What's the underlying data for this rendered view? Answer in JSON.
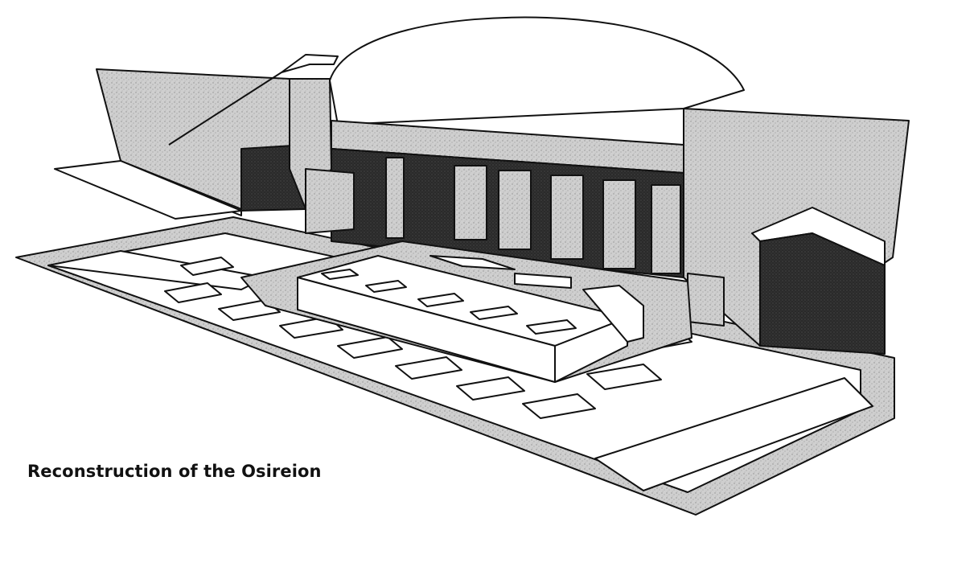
{
  "caption": "Reconstruction of the Osireion",
  "colors": {
    "background": "#ffffff",
    "ink": "#111111",
    "stone": "#c9c9c9",
    "shadow": "#262626",
    "floor_gray": "#bdbdbd"
  },
  "illustration": {
    "subject": "Osireion",
    "style": "isometric cutaway line drawing"
  }
}
